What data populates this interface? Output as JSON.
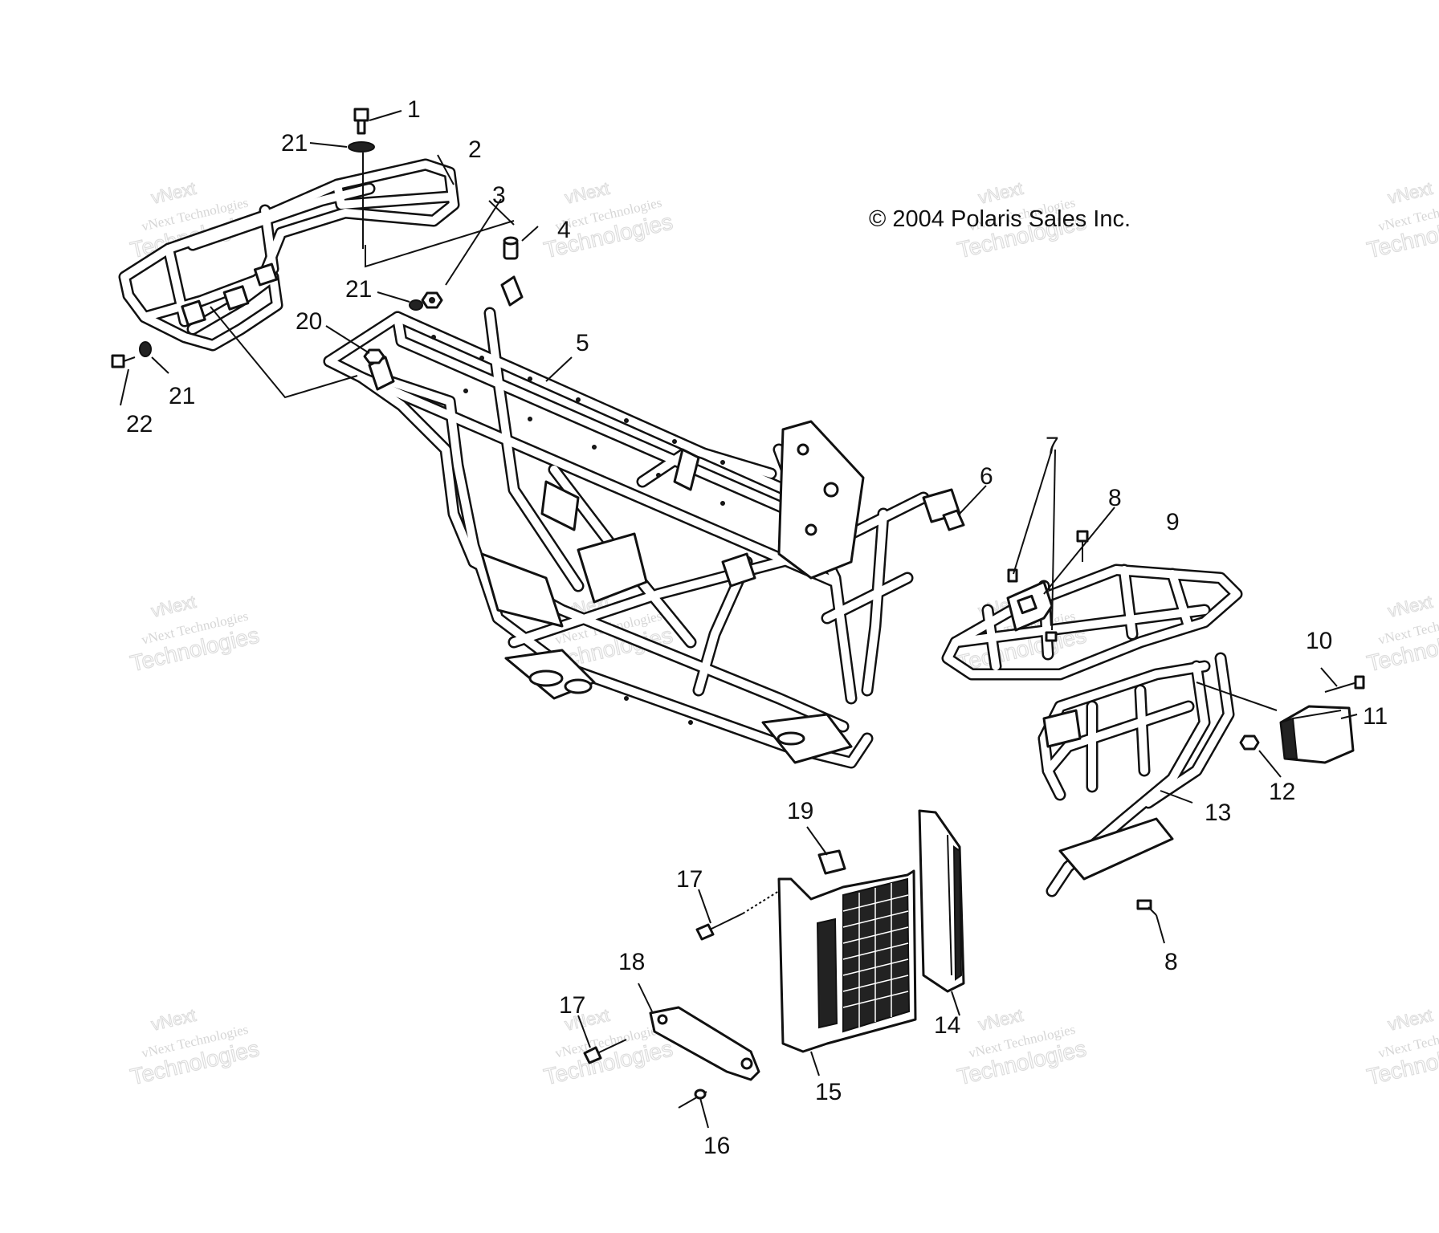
{
  "copyright": "© 2004 Polaris Sales Inc.",
  "watermark": {
    "small": "vNext Technologies",
    "large": "Technologies",
    "top": "vNext"
  },
  "callouts": [
    "1",
    "2",
    "3",
    "4",
    "5",
    "6",
    "7",
    "8",
    "9",
    "10",
    "11",
    "12",
    "13",
    "14",
    "15",
    "16",
    "17",
    "18",
    "19",
    "20",
    "21",
    "22"
  ],
  "extra_callouts": {
    "21": "21",
    "8": "8",
    "17": "17"
  },
  "colors": {
    "line": "#111111",
    "watermark": "#d6d6d6",
    "background": "#ffffff"
  }
}
